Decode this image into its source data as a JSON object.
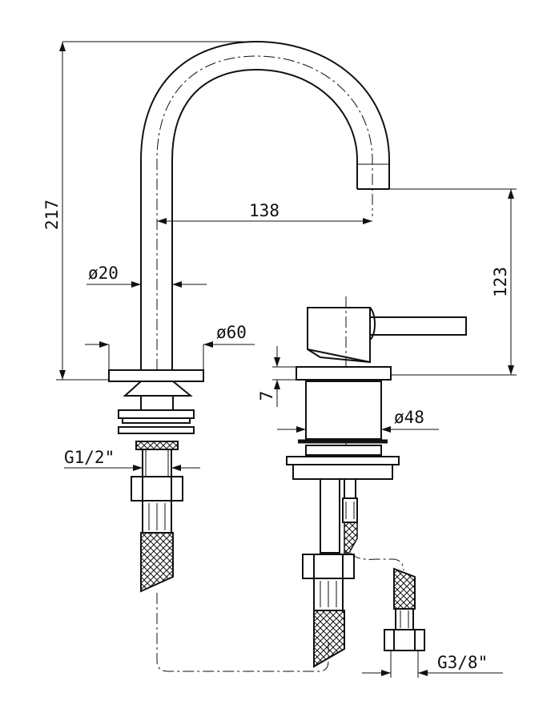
{
  "dimensions": {
    "height_total": "217",
    "reach": "138",
    "spout_height": "123",
    "spout_diameter": "ø20",
    "base_diameter": "ø60",
    "handle_base_height": "7",
    "mixer_diameter": "ø48",
    "thread_spout": "G1/2\"",
    "thread_hose": "G3/8\""
  }
}
